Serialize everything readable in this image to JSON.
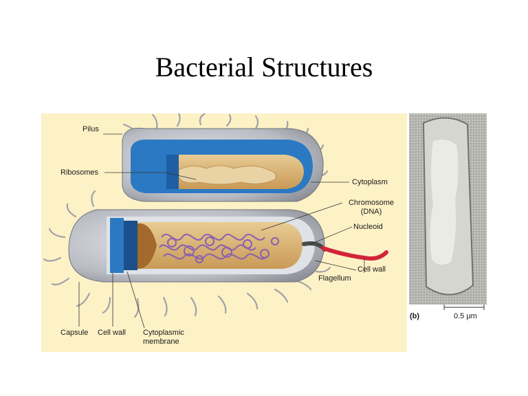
{
  "slide": {
    "title": "Bacterial Structures"
  },
  "diagram_a": {
    "labels": {
      "pilus": "Pilus",
      "ribosomes": "Ribosomes",
      "cytoplasm": "Cytoplasm",
      "chromosome": "Chromosome",
      "chromosome_sub": "(DNA)",
      "nucleoid": "Nucleoid",
      "cell_wall_right": "Cell wall",
      "flagellum": "Flagellum",
      "capsule": "Capsule",
      "cell_wall_bottom": "Cell wall",
      "cytoplasmic": "Cytoplasmic",
      "membrane": "membrane"
    }
  },
  "micrograph": {
    "panel_label": "(b)",
    "scale_bar": "0.5 μm"
  },
  "colors": {
    "figure_bg": "#fdf1c6",
    "capsule": "#b9bcc3",
    "cell_wall": "#2b79c2",
    "cytoplasm": "#d8b47a",
    "dna": "#8a5fb0",
    "flagellum": "#d3243a",
    "micrograph_bg": "#bdbdb8"
  }
}
